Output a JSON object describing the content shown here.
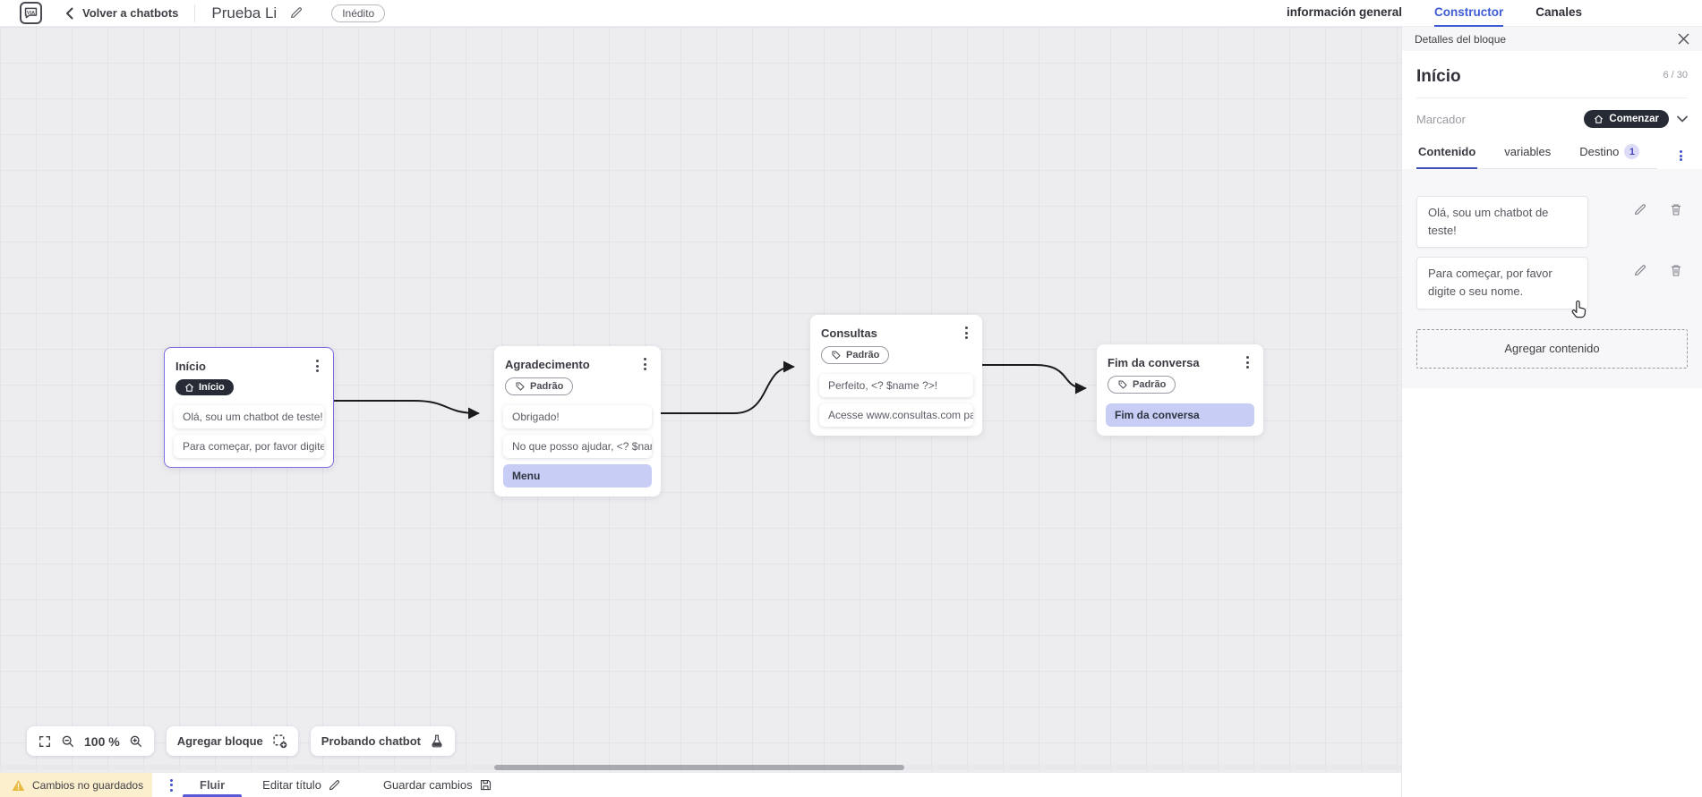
{
  "topbar": {
    "logo_text": "VIA",
    "back_label": "Volver a chatbots",
    "title": "Prueba Li",
    "status_badge": "Inédito",
    "tabs": [
      {
        "label": "información general",
        "active": false
      },
      {
        "label": "Constructor",
        "active": true
      },
      {
        "label": "Canales",
        "active": false
      }
    ]
  },
  "canvas": {
    "blocks": [
      {
        "title": "Início",
        "badge_label": "Início",
        "selected": true,
        "items": [
          {
            "text": "Olá, sou um chatbot de teste!",
            "type": "message"
          },
          {
            "text": "Para começar, por favor digite o ...",
            "type": "message"
          }
        ]
      },
      {
        "title": "Agradecimento",
        "badge_label": "Padrão",
        "selected": false,
        "items": [
          {
            "text": "Obrigado!",
            "type": "message"
          },
          {
            "text": "No que posso ajudar, <? $name ...",
            "type": "message"
          },
          {
            "text": "Menu",
            "type": "action"
          }
        ]
      },
      {
        "title": "Consultas",
        "badge_label": "Padrão",
        "selected": false,
        "items": [
          {
            "text": "Perfeito, <? $name ?>!",
            "type": "message"
          },
          {
            "text": "Acesse www.consultas.com par...",
            "type": "message"
          }
        ]
      },
      {
        "title": "Fim da conversa",
        "badge_label": "Padrão",
        "selected": false,
        "items": [
          {
            "text": "Fim da conversa",
            "type": "action"
          }
        ]
      }
    ],
    "toolbar": {
      "zoom_level": "100 %",
      "add_block_label": "Agregar bloque",
      "test_label": "Probando chatbot"
    }
  },
  "panel": {
    "header": "Detalles del bloque",
    "block_name": "Início",
    "counter": "6 / 30",
    "marker_label": "Marcador",
    "marker_value": "Comenzar",
    "tabs": [
      {
        "label": "Contenido",
        "active": true
      },
      {
        "label": "variables",
        "active": false
      },
      {
        "label": "Destino",
        "badge": "1",
        "active": false
      }
    ],
    "contents": [
      "Olá, sou um chatbot de teste!",
      "Para começar, por favor digite o seu nome."
    ],
    "add_content_label": "Agregar contenido"
  },
  "bottombar": {
    "unsaved_label": "Cambios no guardados",
    "flow_tab": "Fluir",
    "edit_title_label": "Editar título",
    "save_label": "Guardar cambios"
  },
  "icons": {
    "logo": "chat-bubble-logo",
    "back": "chevron-left",
    "edit": "pencil",
    "delete": "trash",
    "close": "x",
    "block_menu": "kebab-dots",
    "marker": "home",
    "tag": "tag",
    "expand": "chevron-down",
    "fullscreen": "fullscreen-corners",
    "zoom_out": "magnifier-minus",
    "zoom_in": "magnifier-plus",
    "add_block": "dashed-square-plus",
    "test": "flask",
    "warning": "warning-triangle",
    "save": "floppy-disk",
    "pointer": "hand-cursor"
  },
  "colors": {
    "accent_blue": "#3f5bd6",
    "accent_indigo": "#4152c8",
    "accent_purple": "#5a5ad6",
    "dark_pill": "#262b36",
    "lavender_item": "#c8cdf5",
    "selected_border": "#7a6fe0",
    "warning_bg": "#fcefcd",
    "warning_icon": "#e9b941",
    "canvas_bg": "#ededf0"
  }
}
